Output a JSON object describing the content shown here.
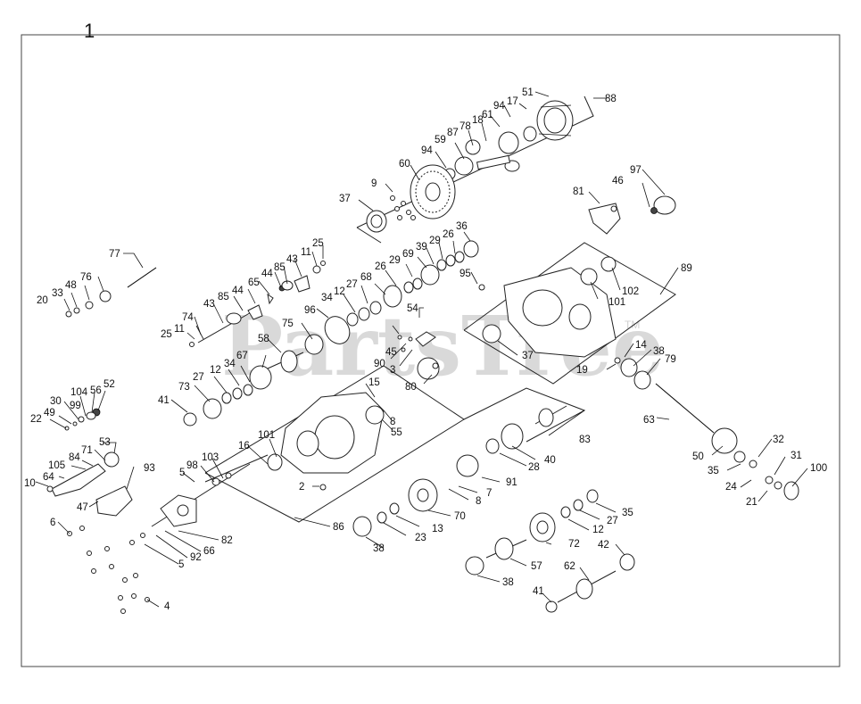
{
  "frame": {
    "label": "1"
  },
  "watermark": {
    "text": "PartsTree",
    "tm": "TM"
  },
  "callouts": [
    {
      "id": "c88",
      "label": "88"
    },
    {
      "id": "c51",
      "label": "51"
    },
    {
      "id": "c17",
      "label": "17"
    },
    {
      "id": "c94a",
      "label": "94"
    },
    {
      "id": "c61",
      "label": "61"
    },
    {
      "id": "c18",
      "label": "18"
    },
    {
      "id": "c78",
      "label": "78"
    },
    {
      "id": "c87",
      "label": "87"
    },
    {
      "id": "c59",
      "label": "59"
    },
    {
      "id": "c94b",
      "label": "94"
    },
    {
      "id": "c60",
      "label": "60"
    },
    {
      "id": "c9",
      "label": "9"
    },
    {
      "id": "c37a",
      "label": "37"
    },
    {
      "id": "c81",
      "label": "81"
    },
    {
      "id": "c97",
      "label": "97"
    },
    {
      "id": "c46",
      "label": "46"
    },
    {
      "id": "c89",
      "label": "89"
    },
    {
      "id": "c102",
      "label": "102"
    },
    {
      "id": "c101a",
      "label": "101"
    },
    {
      "id": "c95",
      "label": "95"
    },
    {
      "id": "c36",
      "label": "36"
    },
    {
      "id": "c26a",
      "label": "26"
    },
    {
      "id": "c29a",
      "label": "29"
    },
    {
      "id": "c39",
      "label": "39"
    },
    {
      "id": "c69",
      "label": "69"
    },
    {
      "id": "c29b",
      "label": "29"
    },
    {
      "id": "c26b",
      "label": "26"
    },
    {
      "id": "c68",
      "label": "68"
    },
    {
      "id": "c27a",
      "label": "27"
    },
    {
      "id": "c12a",
      "label": "12"
    },
    {
      "id": "c34a",
      "label": "34"
    },
    {
      "id": "c96",
      "label": "96"
    },
    {
      "id": "c54",
      "label": "54"
    },
    {
      "id": "c77",
      "label": "77"
    },
    {
      "id": "c25a",
      "label": "25"
    },
    {
      "id": "c11a",
      "label": "11"
    },
    {
      "id": "c43a",
      "label": "43"
    },
    {
      "id": "c85a",
      "label": "85"
    },
    {
      "id": "c44a",
      "label": "44"
    },
    {
      "id": "c65",
      "label": "65"
    },
    {
      "id": "c44b",
      "label": "44"
    },
    {
      "id": "c85b",
      "label": "85"
    },
    {
      "id": "c43b",
      "label": "43"
    },
    {
      "id": "c76",
      "label": "76"
    },
    {
      "id": "c48",
      "label": "48"
    },
    {
      "id": "c33",
      "label": "33"
    },
    {
      "id": "c20",
      "label": "20"
    },
    {
      "id": "c74",
      "label": "74"
    },
    {
      "id": "c25b",
      "label": "25"
    },
    {
      "id": "c11b",
      "label": "11"
    },
    {
      "id": "c75",
      "label": "75"
    },
    {
      "id": "c58",
      "label": "58"
    },
    {
      "id": "c45",
      "label": "45"
    },
    {
      "id": "c90",
      "label": "90"
    },
    {
      "id": "c3",
      "label": "3"
    },
    {
      "id": "c37b",
      "label": "37"
    },
    {
      "id": "c80",
      "label": "80"
    },
    {
      "id": "c19",
      "label": "19"
    },
    {
      "id": "c14",
      "label": "14"
    },
    {
      "id": "c38a",
      "label": "38"
    },
    {
      "id": "c79",
      "label": "79"
    },
    {
      "id": "c67",
      "label": "67"
    },
    {
      "id": "c34b",
      "label": "34"
    },
    {
      "id": "c12b",
      "label": "12"
    },
    {
      "id": "c27b",
      "label": "27"
    },
    {
      "id": "c73",
      "label": "73"
    },
    {
      "id": "c41a",
      "label": "41"
    },
    {
      "id": "c15",
      "label": "15"
    },
    {
      "id": "c8a",
      "label": "8"
    },
    {
      "id": "c55",
      "label": "55"
    },
    {
      "id": "c52",
      "label": "52"
    },
    {
      "id": "c56",
      "label": "56"
    },
    {
      "id": "c104",
      "label": "104"
    },
    {
      "id": "c30",
      "label": "30"
    },
    {
      "id": "c99",
      "label": "99"
    },
    {
      "id": "c49",
      "label": "49"
    },
    {
      "id": "c22",
      "label": "22"
    },
    {
      "id": "c63",
      "label": "63"
    },
    {
      "id": "c83",
      "label": "83"
    },
    {
      "id": "c16",
      "label": "16"
    },
    {
      "id": "c101b",
      "label": "101"
    },
    {
      "id": "c53",
      "label": "53"
    },
    {
      "id": "c71",
      "label": "71"
    },
    {
      "id": "c84",
      "label": "84"
    },
    {
      "id": "c105",
      "label": "105"
    },
    {
      "id": "c64",
      "label": "64"
    },
    {
      "id": "c10",
      "label": "10"
    },
    {
      "id": "c98",
      "label": "98"
    },
    {
      "id": "c103",
      "label": "103"
    },
    {
      "id": "c5a",
      "label": "5"
    },
    {
      "id": "c93",
      "label": "93"
    },
    {
      "id": "c47",
      "label": "47"
    },
    {
      "id": "c2",
      "label": "2"
    },
    {
      "id": "c40",
      "label": "40"
    },
    {
      "id": "c28",
      "label": "28"
    },
    {
      "id": "c91",
      "label": "91"
    },
    {
      "id": "c7",
      "label": "7"
    },
    {
      "id": "c8b",
      "label": "8"
    },
    {
      "id": "c50",
      "label": "50"
    },
    {
      "id": "c32",
      "label": "32"
    },
    {
      "id": "c35a",
      "label": "35"
    },
    {
      "id": "c31",
      "label": "31"
    },
    {
      "id": "c100",
      "label": "100"
    },
    {
      "id": "c24",
      "label": "24"
    },
    {
      "id": "c21",
      "label": "21"
    },
    {
      "id": "c6",
      "label": "6"
    },
    {
      "id": "c86",
      "label": "86"
    },
    {
      "id": "c82",
      "label": "82"
    },
    {
      "id": "c66",
      "label": "66"
    },
    {
      "id": "c92",
      "label": "92"
    },
    {
      "id": "c5b",
      "label": "5"
    },
    {
      "id": "c70",
      "label": "70"
    },
    {
      "id": "c23",
      "label": "23"
    },
    {
      "id": "c13",
      "label": "13"
    },
    {
      "id": "c38b",
      "label": "38"
    },
    {
      "id": "c27c",
      "label": "27"
    },
    {
      "id": "c35b",
      "label": "35"
    },
    {
      "id": "c12c",
      "label": "12"
    },
    {
      "id": "c72",
      "label": "72"
    },
    {
      "id": "c42",
      "label": "42"
    },
    {
      "id": "c57",
      "label": "57"
    },
    {
      "id": "c62",
      "label": "62"
    },
    {
      "id": "c38c",
      "label": "38"
    },
    {
      "id": "c41b",
      "label": "41"
    },
    {
      "id": "c4",
      "label": "4"
    }
  ]
}
